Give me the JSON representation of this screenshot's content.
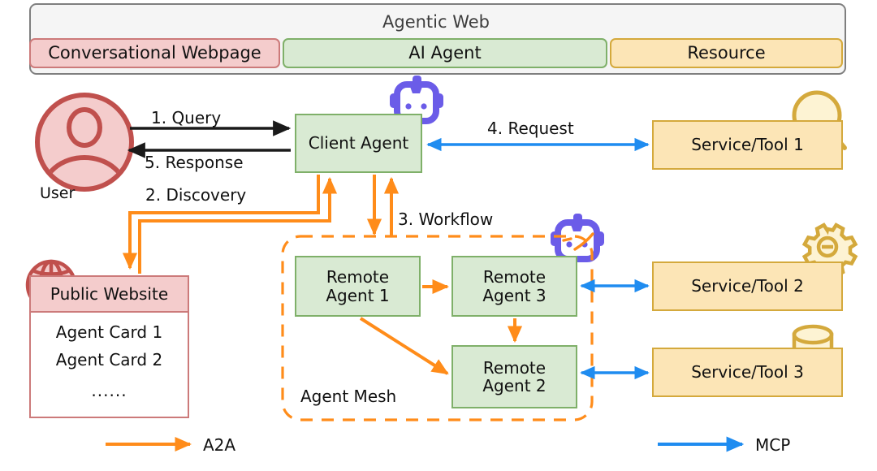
{
  "header": {
    "title": "Agentic Web",
    "segments": [
      {
        "label": "Conversational Webpage",
        "color": "#f4cccc"
      },
      {
        "label": "AI Agent",
        "color": "#d9ead3"
      },
      {
        "label": "Resource",
        "color": "#fce5b6"
      }
    ]
  },
  "actors": {
    "user": "User",
    "client_agent": "Client Agent"
  },
  "website": {
    "title": "Public Website",
    "cards": [
      "Agent Card 1",
      "Agent Card 2",
      "......"
    ]
  },
  "mesh": {
    "label": "Agent Mesh",
    "agents": [
      "Remote Agent 1",
      "Remote Agent 3",
      "Remote Agent 2"
    ],
    "agent1_line1": "Remote",
    "agent1_line2": "Agent 1",
    "agent3_line1": "Remote",
    "agent3_line2": "Agent 3",
    "agent2_line1": "Remote",
    "agent2_line2": "Agent 2"
  },
  "resources": {
    "services": [
      {
        "label": "Service/Tool 1",
        "icon": "magnifier-icon"
      },
      {
        "label": "Service/Tool 2",
        "icon": "gear-icon"
      },
      {
        "label": "Service/Tool 3",
        "icon": "database-icon"
      }
    ]
  },
  "flow_labels": {
    "step1": "1. Query",
    "step5": "5. Response",
    "step2": "2. Discovery",
    "step3": "3. Workflow",
    "step4": "4. Request"
  },
  "legend": {
    "a2a": "A2A",
    "mcp": "MCP",
    "a2a_color": "#ff8c1a",
    "mcp_color": "#1f8cf0"
  },
  "colors": {
    "green_fill": "#d9ead3",
    "green_stroke": "#7fb069",
    "red_fill": "#f4cccc",
    "red_stroke": "#cc7a7a",
    "yellow_fill": "#fce5b6",
    "yellow_stroke": "#d4a93c",
    "orange": "#ff8c1a",
    "blue": "#1f8cf0",
    "robot_purple": "#6b5ce8",
    "black": "#1a1a1a"
  }
}
